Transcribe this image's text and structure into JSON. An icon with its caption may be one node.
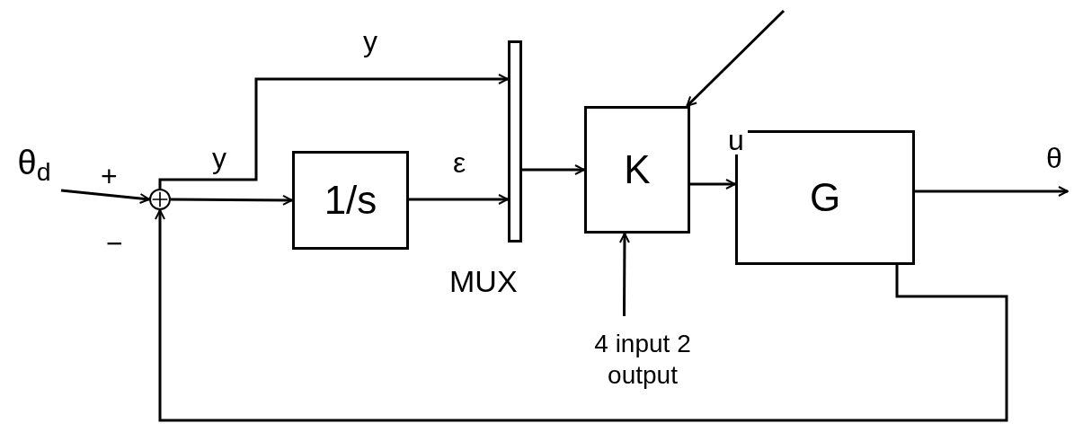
{
  "diagram": {
    "nodes": [
      {
        "text": [
          "θ$_{d}$"
        ]
      },
      {
        "text": [],
        "shape": "circle"
      },
      {
        "text": [
          "1/s"
        ]
      },
      {
        "text": [],
        "shape": "bar",
        "beside": [
          "MUX"
        ]
      },
      {
        "text": [
          "K"
        ]
      },
      {
        "text": [
          "G"
        ]
      },
      {
        "text": [
          "4 input 2 output"
        ]
      }
    ],
    "edges": [
      {
        "from": 0,
        "to": 1,
        "arrow": "to"
      },
      {
        "from": 1,
        "to": 2,
        "arrow": "to",
        "label": "y"
      },
      {
        "from": 1,
        "to": 3,
        "arrow": "to",
        "label": "y"
      },
      {
        "from": 2,
        "to": 3,
        "arrow": "to",
        "label": "ε"
      },
      {
        "from": 3,
        "to": 4,
        "arrow": "to"
      },
      {
        "from": 4,
        "to": 5,
        "arrow": "to",
        "label": "u"
      },
      {
        "from": 5,
        "to": null,
        "arrow": "to",
        "label": "θ"
      },
      {
        "from": 5,
        "to": 1,
        "arrow": "to"
      },
      {
        "from": 6,
        "to": 4,
        "arrow": "to"
      },
      {
        "from": null,
        "to": 4,
        "arrow": "to"
      }
    ],
    "labels": [
      "+",
      "−"
    ]
  }
}
